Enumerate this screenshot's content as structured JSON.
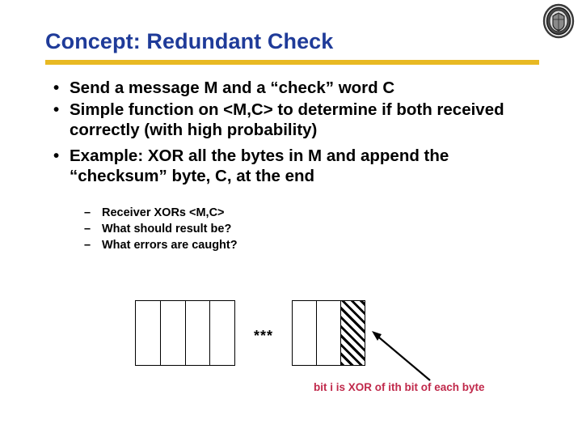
{
  "slide": {
    "title": "Concept: Redundant Check",
    "title_color": "#1F3B99",
    "rule_color": "#E8B923",
    "background_color": "#FFFFFF",
    "logo": {
      "name": "university-seal-logo",
      "description": "circular grayscale university seal"
    }
  },
  "body": {
    "bullet_marker": "•",
    "bullets": [
      {
        "text": "Send a message M and a “check” word C"
      },
      {
        "text": "Simple function on <M,C> to determine if both received correctly (with high probability)"
      },
      {
        "text": "Example: XOR all the bytes in M and append the “checksum” byte, C, at the end"
      }
    ],
    "sub_marker": "–",
    "sub_bullets": [
      {
        "text": "Receiver XORs <M,C>"
      },
      {
        "text": "What should result be?"
      },
      {
        "text": "What errors are caught?"
      }
    ]
  },
  "diagram": {
    "left_group": {
      "label": "message-bytes",
      "cell_count": 4,
      "cells": [
        {
          "fill": "empty"
        },
        {
          "fill": "empty"
        },
        {
          "fill": "empty"
        },
        {
          "fill": "empty"
        }
      ]
    },
    "ellipsis": "***",
    "right_group": {
      "label": "trailing-bytes-and-checksum",
      "cell_count": 3,
      "cells": [
        {
          "fill": "empty"
        },
        {
          "fill": "empty"
        },
        {
          "fill": "hatched"
        }
      ]
    },
    "arrow": {
      "name": "callout-arrow",
      "points_to": "checksum-byte"
    },
    "caption": "bit i is XOR of ith bit of each byte",
    "caption_color": "#C0294B"
  }
}
